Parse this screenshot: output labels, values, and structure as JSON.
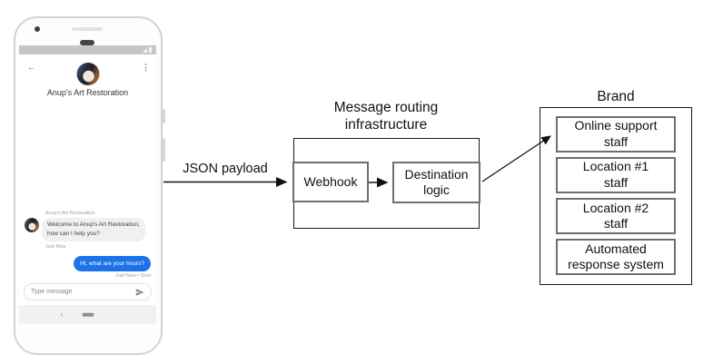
{
  "phone": {
    "header": {
      "title": "Anup's Art Restoration"
    },
    "conversation": {
      "sender_label": "Anup's Art Restoration",
      "incoming": {
        "text": [
          "Welcome to Anup's Art Restoration,",
          "how can I help you?"
        ],
        "timestamp": "Just Now"
      },
      "outgoing": {
        "text": "Hi, what are your hours?",
        "timestamp": "Just Now • Sent"
      }
    },
    "composer": {
      "placeholder": "Type message"
    },
    "icons": {
      "back_arrow": "←",
      "more_options": "⋮",
      "nav_back": "‹"
    }
  },
  "diagram": {
    "json_payload_label": "JSON payload",
    "routing": {
      "title": [
        "Message routing",
        "infrastructure"
      ],
      "webhook_label": "Webhook",
      "destination_label": [
        "Destination",
        "logic"
      ]
    },
    "brand": {
      "title": "Brand",
      "boxes": [
        {
          "label": [
            "Online support",
            "staff"
          ]
        },
        {
          "label": [
            "Location #1",
            "staff"
          ]
        },
        {
          "label": [
            "Location #2",
            "staff"
          ]
        },
        {
          "label": [
            "Automated",
            "response system"
          ]
        }
      ]
    }
  },
  "colors": {
    "outgoing_bubble": "#1a73e8",
    "incoming_bubble": "#f1f0f0",
    "status_bar": "#c6c6c6",
    "box_border_outer": "#1a1a1a",
    "box_border_inner": "#6e6e6e"
  }
}
